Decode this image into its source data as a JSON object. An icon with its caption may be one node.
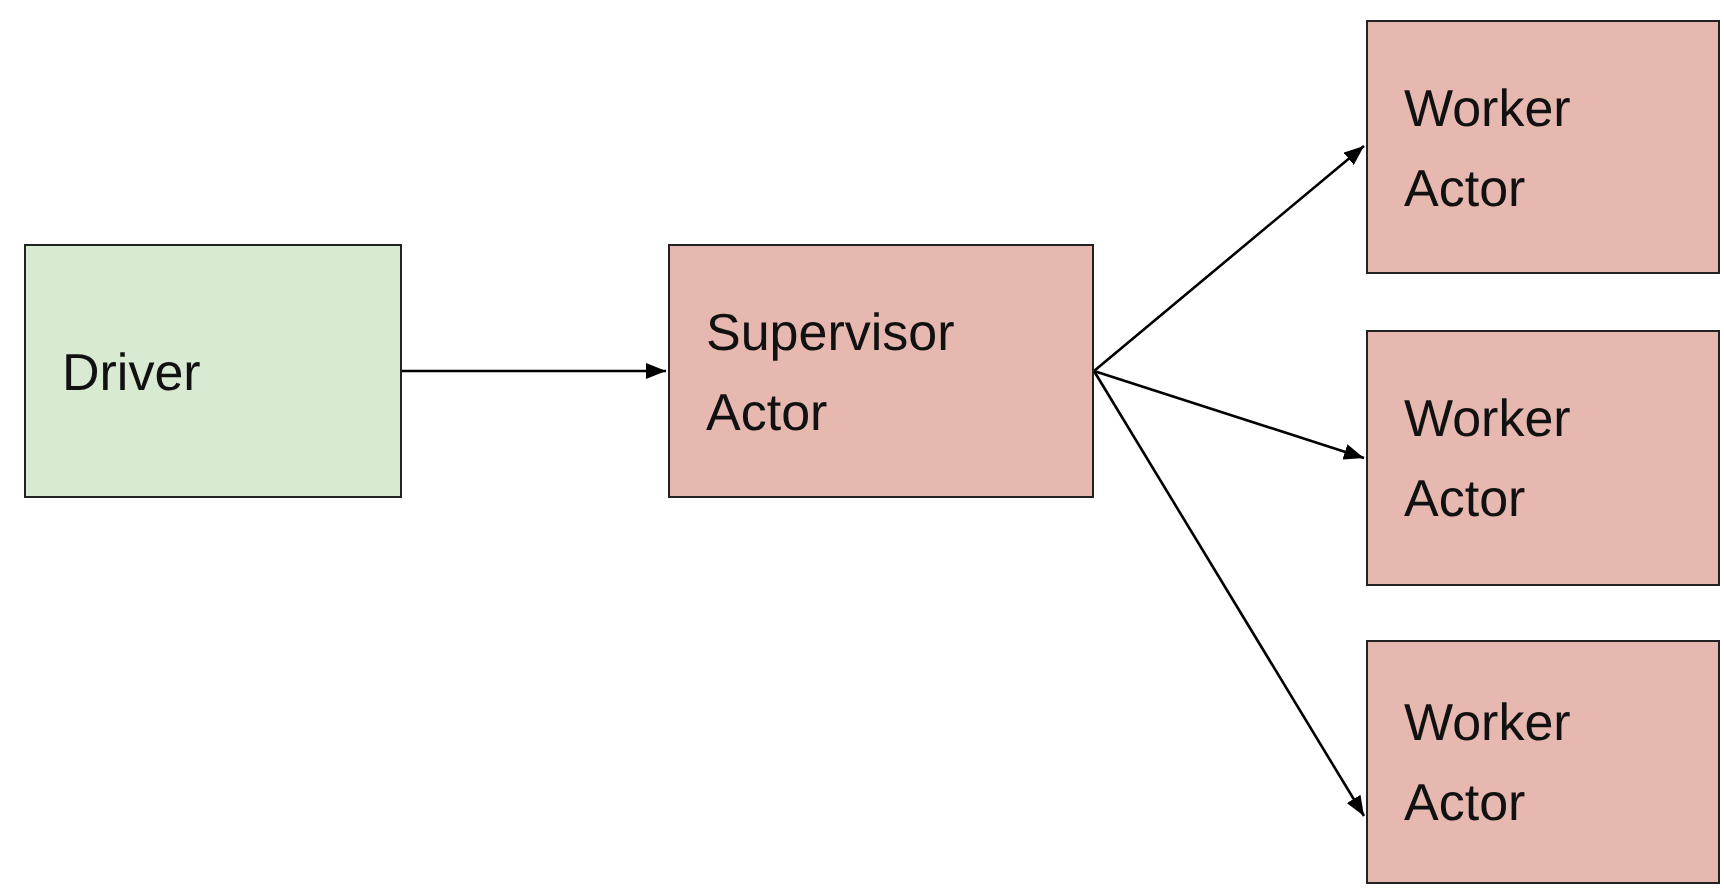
{
  "diagram": {
    "nodes": [
      {
        "text": [
          "Driver"
        ]
      },
      {
        "text": [
          "Supervisor Actor"
        ]
      },
      {
        "text": [
          "Worker Actor"
        ]
      },
      {
        "text": [
          "Worker Actor"
        ]
      },
      {
        "text": [
          "Worker Actor"
        ]
      }
    ],
    "edges": [
      {
        "from": 0,
        "to": 1,
        "arrow": "to"
      },
      {
        "from": 1,
        "to": 2,
        "arrow": "to"
      },
      {
        "from": 1,
        "to": 3,
        "arrow": "to"
      },
      {
        "from": 1,
        "to": 4,
        "arrow": "to"
      }
    ]
  }
}
